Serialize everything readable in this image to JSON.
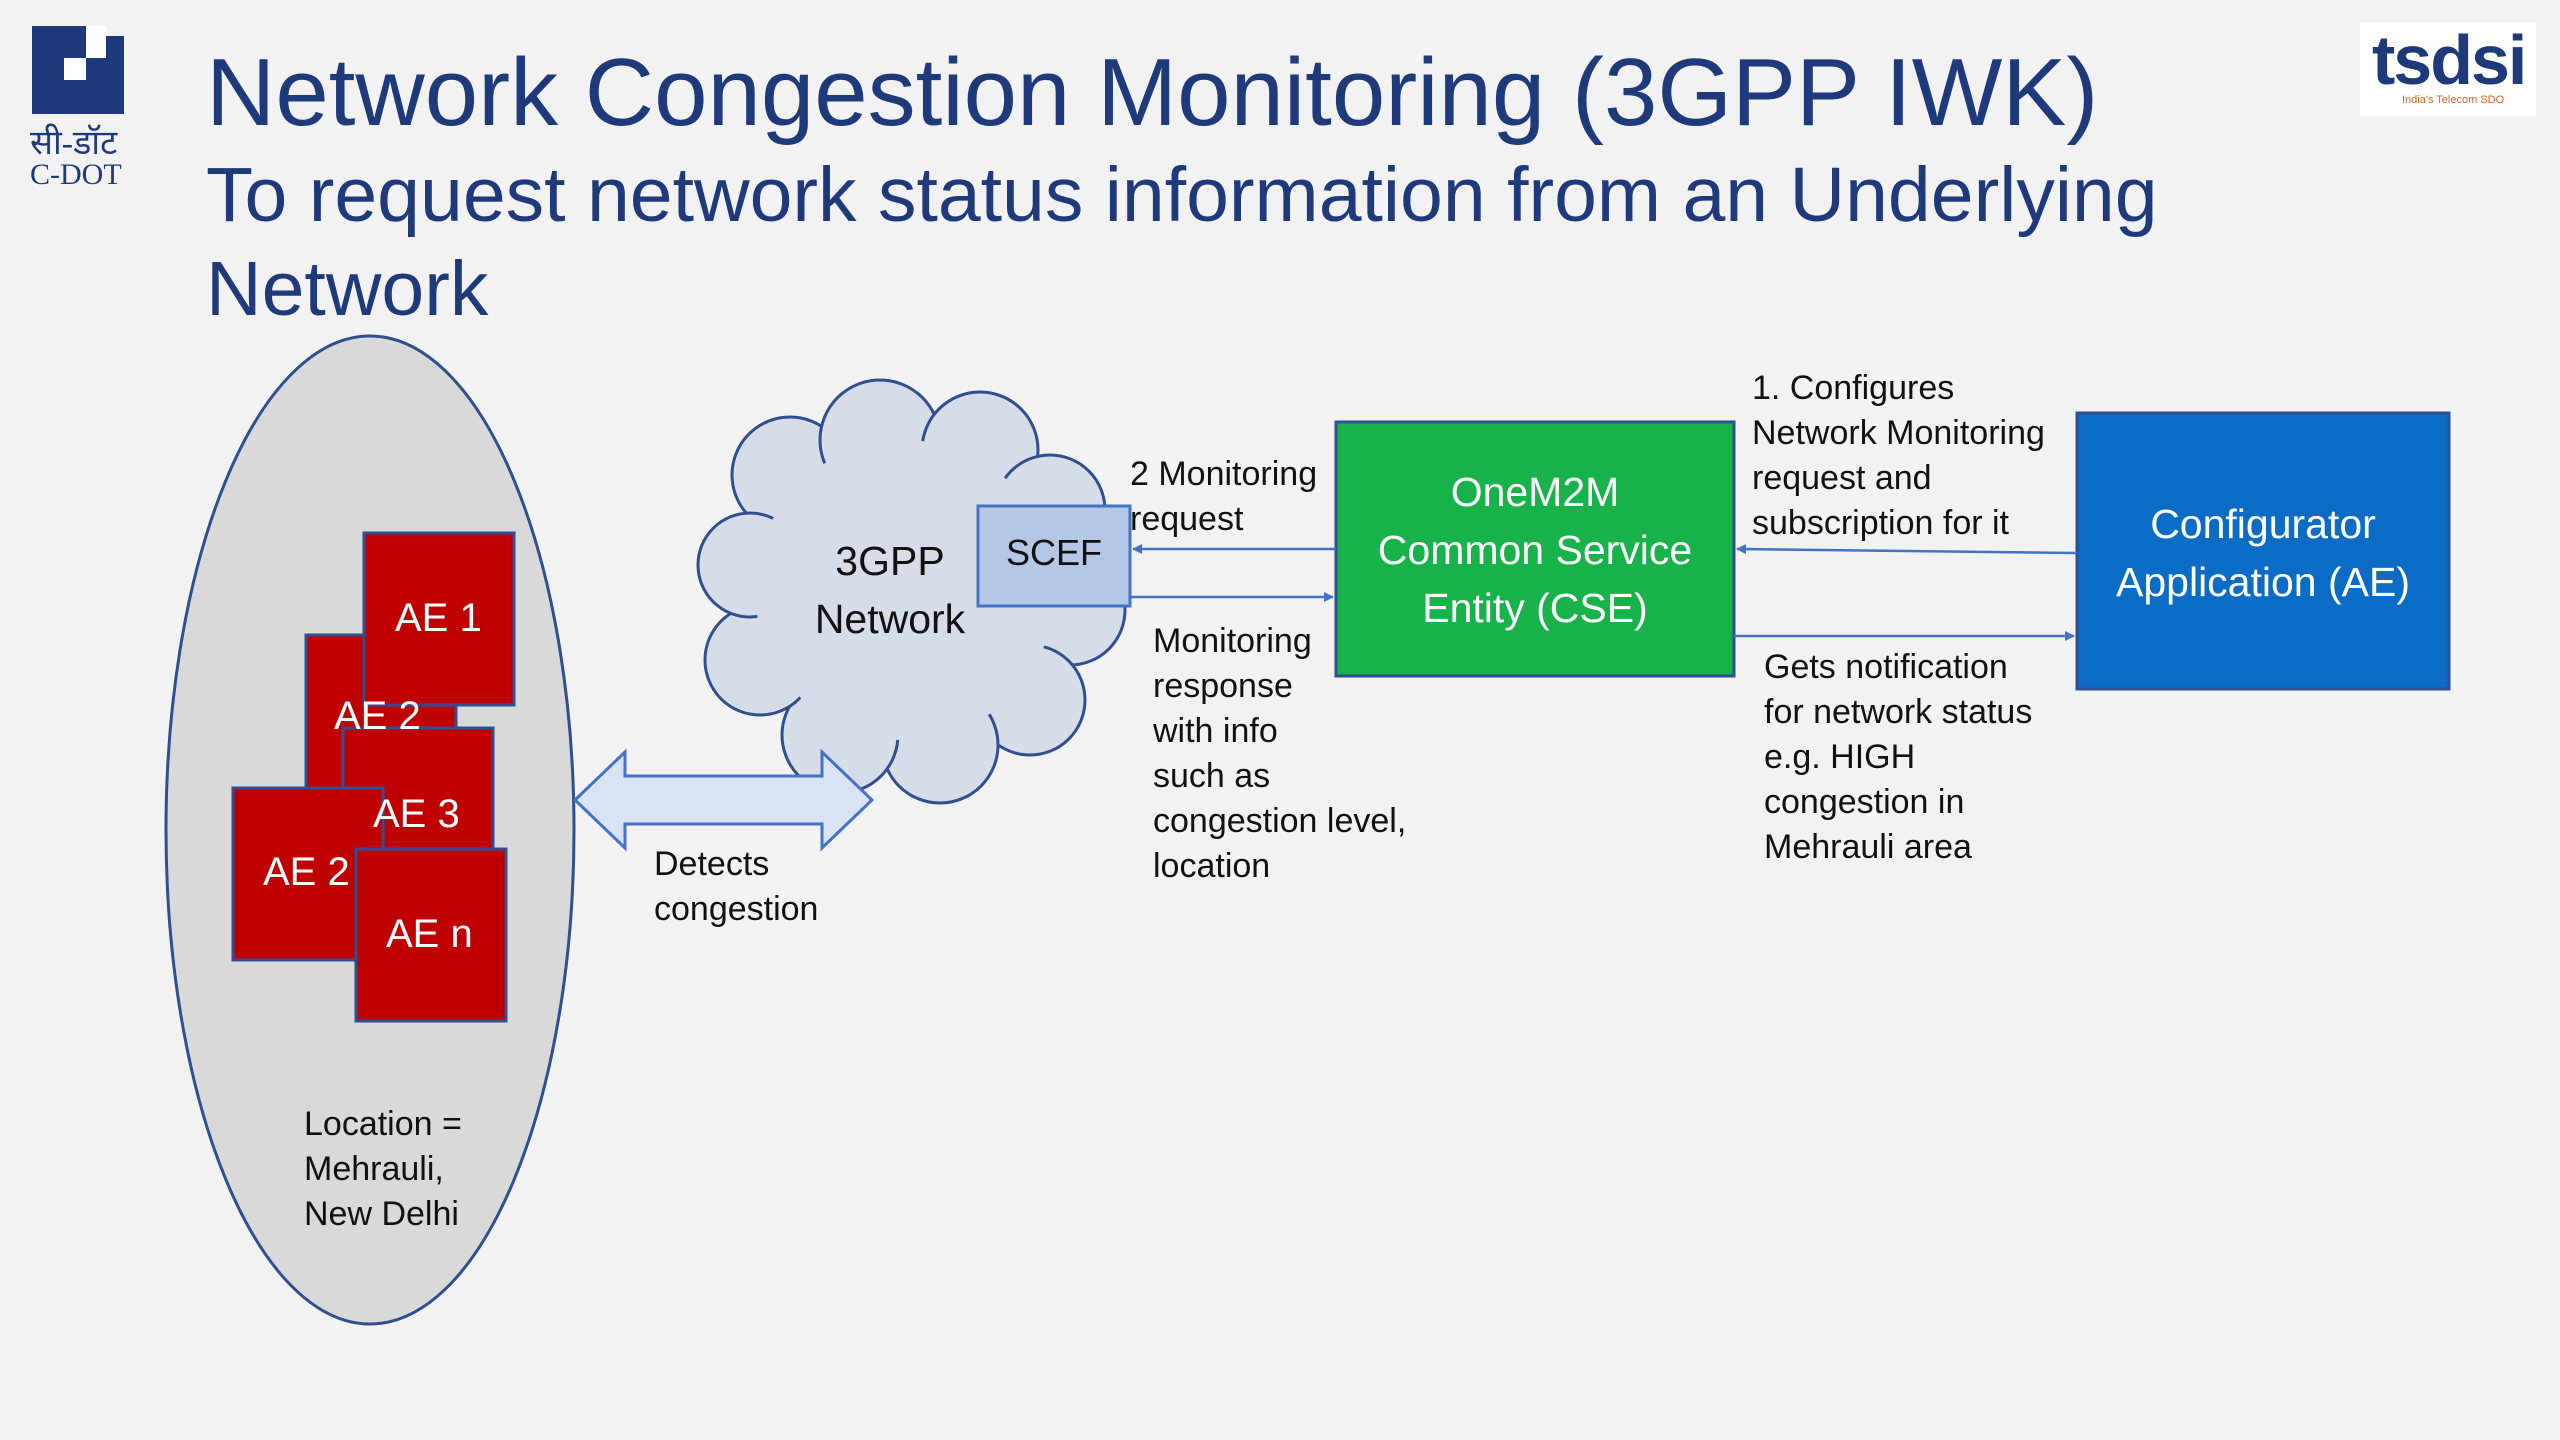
{
  "header": {
    "title": "Network Congestion Monitoring (3GPP IWK)",
    "subtitle": "To request network status information from an Underlying Network"
  },
  "logos": {
    "cdot_hindi": "सी-डॉट",
    "cdot_english": "C-DOT",
    "tsdsi_name": "tsdsi",
    "tsdsi_tagline": "India's Telecom SDO"
  },
  "diagram": {
    "ae_boxes": [
      "AE 1",
      "AE 2",
      "AE 3",
      "AE 2",
      "AE n"
    ],
    "location_label": [
      "Location =",
      "Mehrauli,",
      "New Delhi"
    ],
    "network_cloud_label": [
      "3GPP",
      "Network"
    ],
    "scef_label": "SCEF",
    "cse_label": [
      "OneM2M",
      "Common Service",
      "Entity (CSE)"
    ],
    "configurator_label": [
      "Configurator",
      "Application (AE)"
    ],
    "detects_label": [
      "Detects",
      "congestion"
    ],
    "monitoring_request_label": [
      "2 Monitoring",
      "request"
    ],
    "monitoring_response_label": [
      "Monitoring",
      "response",
      "with info",
      "such as",
      "congestion level,",
      "location"
    ],
    "configures_label": [
      "1. Configures",
      "Network Monitoring",
      "request and",
      "subscription for it"
    ],
    "notification_label": [
      "Gets notification",
      "for network status",
      "e.g. HIGH",
      "congestion in",
      "Mehrauli area"
    ]
  },
  "colors": {
    "title": "#1f3a7a",
    "ae_red": "#c00000",
    "cse_green": "#17b24a",
    "configurator_blue": "#0a6cc4",
    "scef_fill": "#b4c7e7",
    "cloud_fill": "#d6dde8",
    "ellipse_fill": "#d9d9d9",
    "arrow_blue": "#4472c4"
  }
}
